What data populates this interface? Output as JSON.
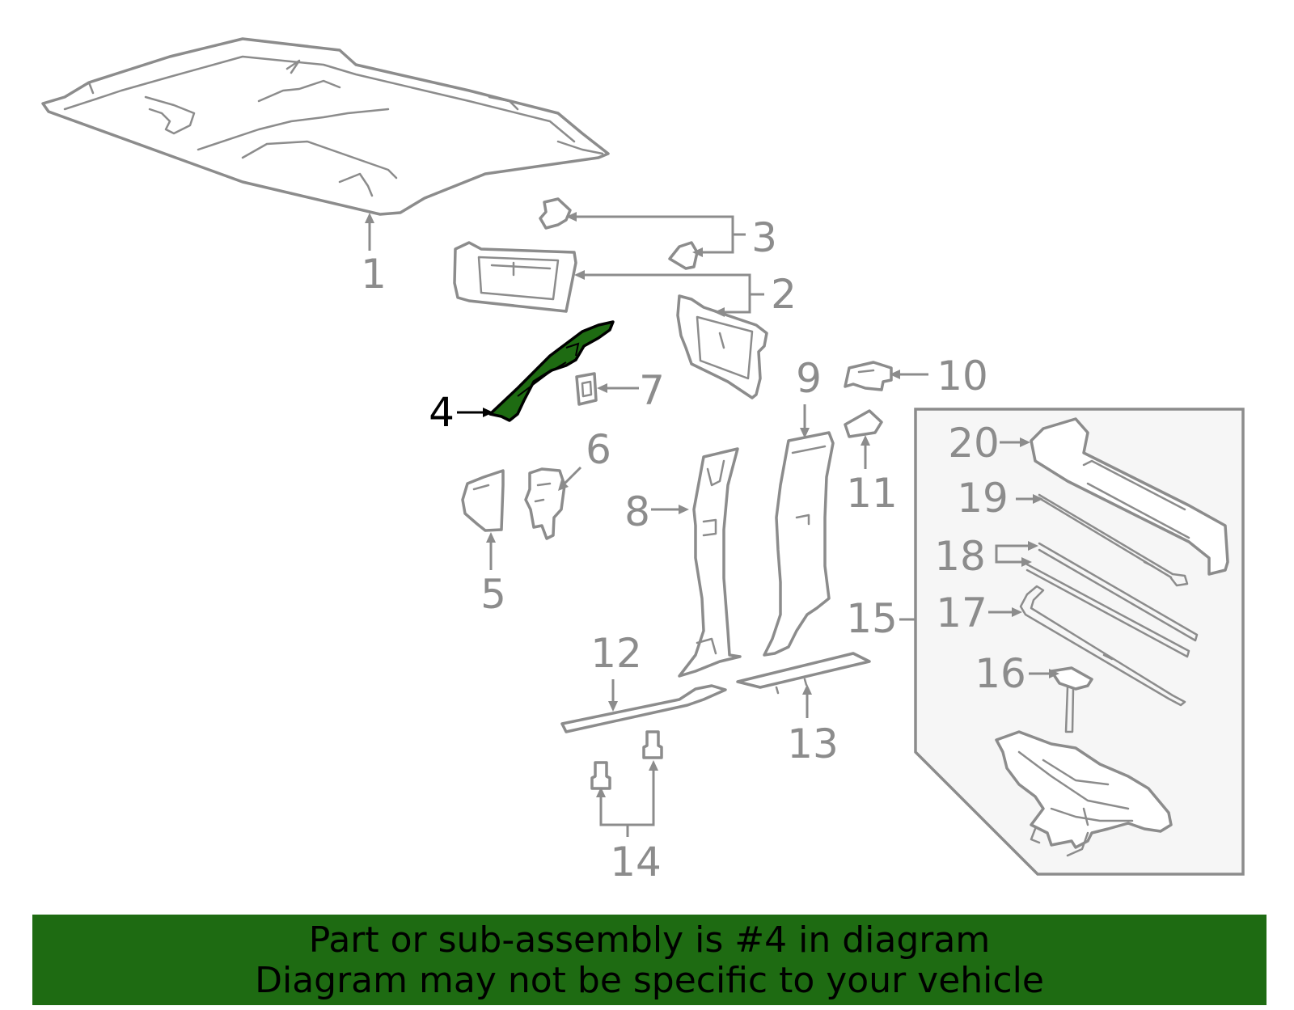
{
  "diagram": {
    "callouts": [
      "1",
      "2",
      "3",
      "4",
      "5",
      "6",
      "7",
      "8",
      "9",
      "10",
      "11",
      "12",
      "13",
      "14",
      "15",
      "16",
      "17",
      "18",
      "19",
      "20"
    ],
    "highlighted_callout": "4",
    "highlight_color": "#1e6b12",
    "line_color": "#8c8c8c"
  },
  "banner": {
    "line1": "Part or sub-assembly is #4 in diagram",
    "line2": "Diagram may not be specific to your vehicle",
    "background": "#1e6b12"
  }
}
